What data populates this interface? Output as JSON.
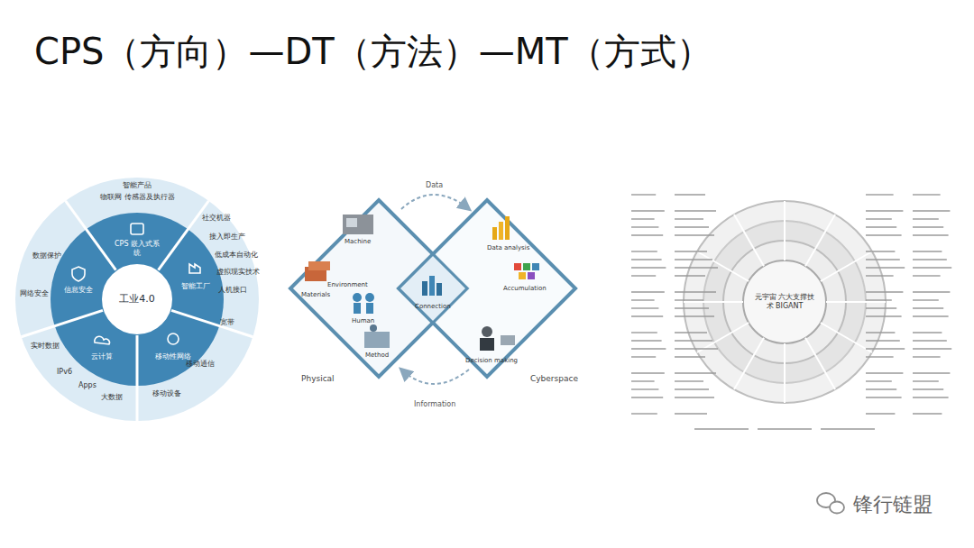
{
  "diagram": {
    "title": "CPS（方向）—DT（方法）—MT（方式）",
    "nodes": [
      {
        "text": [
          "工业4.0"
        ]
      },
      {
        "text": [
          "CPS 嵌入式系统"
        ]
      },
      {
        "text": [
          "智能工厂"
        ]
      },
      {
        "text": [
          "移动性网络"
        ]
      },
      {
        "text": [
          "云计算"
        ]
      },
      {
        "text": [
          "信息安全"
        ]
      },
      {
        "text": [
          "元宇宙 六大支撑技术 BIGANT"
        ]
      }
    ],
    "labels": [
      "智能产品",
      "物联网 传感器及执行器",
      "社交机器",
      "接入即生产",
      "低成本自动化",
      "虚拟现实技术",
      "人机接口",
      "宽带",
      "移动通信",
      "移动设备",
      "大数据",
      "Apps",
      "IPv6",
      "实时数据",
      "网络安全",
      "数据保护",
      "Data",
      "Machine",
      "Environment",
      "Materials",
      "Human",
      "Method",
      "Connection",
      "Data analysis",
      "Accumulation",
      "Decision making",
      "Physical",
      "Cyberspace",
      "Information",
      "锋行链盟"
    ]
  }
}
